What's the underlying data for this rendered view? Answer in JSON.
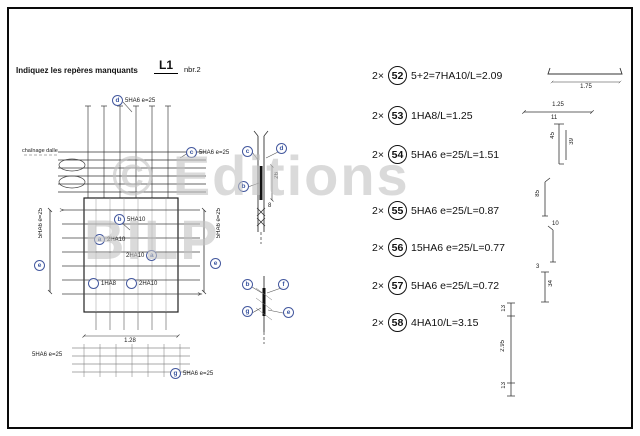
{
  "header": {
    "instruction": "Indiquez les repères manquants",
    "mark": "L1",
    "count": "nbr.2"
  },
  "watermark": {
    "line1": "© Editions",
    "line2": "BILP"
  },
  "plan": {
    "note": "chaînage dalle",
    "width_dim": "1.28",
    "labels": [
      {
        "letter": "d",
        "text": "5HA6 e=25"
      },
      {
        "letter": "c",
        "text": "5HA6 e=25"
      },
      {
        "letter": "b",
        "text": "5HA10"
      },
      {
        "letter": "a",
        "text": "2HA10"
      },
      {
        "letter": "a",
        "text": "2HA10"
      },
      {
        "letter": "",
        "text": "1HA8"
      },
      {
        "letter": "",
        "text": "2HA10"
      },
      {
        "letter": "e",
        "text": "5HA6 e=25"
      },
      {
        "letter": "e",
        "text": "5HA6 e=25"
      },
      {
        "letter": "",
        "text": "5HA6 e=25"
      },
      {
        "letter": "g",
        "text": "5HA6 e=25"
      }
    ]
  },
  "sections": {
    "top": {
      "labels": [
        "c",
        "d",
        "b"
      ],
      "dims": [
        "26",
        "8"
      ]
    },
    "bottom": {
      "labels": [
        "b",
        "f",
        "g",
        "e"
      ]
    }
  },
  "callouts": [
    {
      "prefix": "2×",
      "num": "52",
      "text": "5+2=7HA10/L=2.09",
      "dims": [
        "1.75"
      ]
    },
    {
      "prefix": "2×",
      "num": "53",
      "text": "1HA8/L=1.25",
      "dims": [
        "1.25"
      ]
    },
    {
      "prefix": "2×",
      "num": "54",
      "text": "5HA6 e=25/L=1.51",
      "dims": [
        "11",
        "45",
        "39"
      ]
    },
    {
      "prefix": "2×",
      "num": "55",
      "text": "5HA6 e=25/L=0.87",
      "dims": [
        "85"
      ]
    },
    {
      "prefix": "2×",
      "num": "56",
      "text": "15HA6 e=25/L=0.77",
      "dims": [
        "10"
      ]
    },
    {
      "prefix": "2×",
      "num": "57",
      "text": "5HA6 e=25/L=0.72",
      "dims": [
        "3",
        "34"
      ]
    },
    {
      "prefix": "2×",
      "num": "58",
      "text": "4HA10/L=3.15",
      "dims": [
        "13",
        "2.95",
        "13"
      ]
    }
  ]
}
